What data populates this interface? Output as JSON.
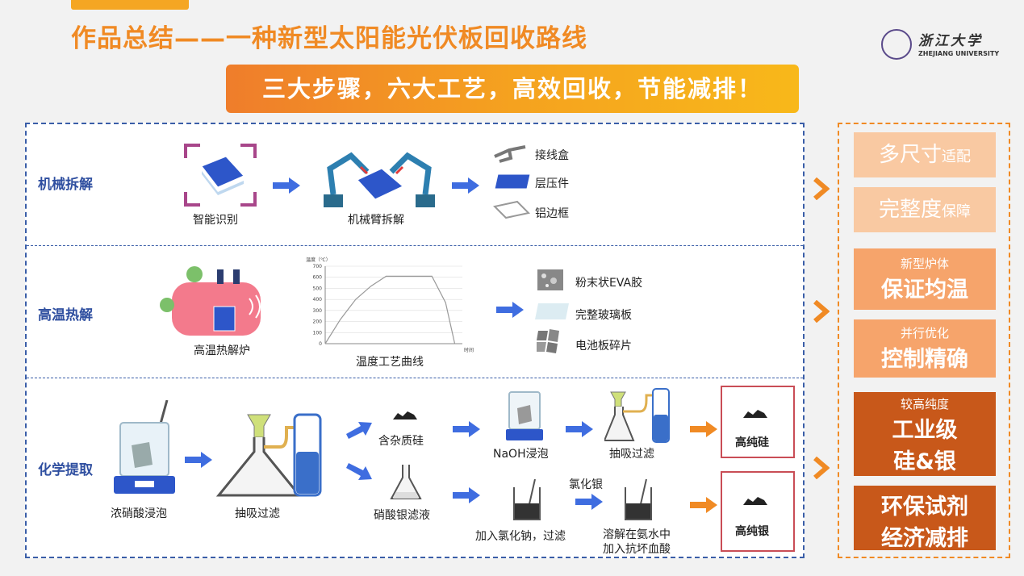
{
  "header": {
    "title": "作品总结——一种新型太阳能光伏板回收路线",
    "banner": "三大步骤，六大工艺，高效回收，节能减排！",
    "logo_cn": "浙江大学",
    "logo_en": "ZHEJIANG UNIVERSITY"
  },
  "rows": {
    "mech": {
      "label": "机械拆解",
      "smart": "智能识别",
      "arm": "机械臂拆解",
      "outputs": [
        "接线盒",
        "层压件",
        "铝边框"
      ]
    },
    "heat": {
      "label": "高温热解",
      "furnace": "高温热解炉",
      "curve_caption": "温度工艺曲线",
      "outputs": [
        "粉末状EVA胶",
        "完整玻璃板",
        "电池板碎片"
      ]
    },
    "chem": {
      "label": "化学提取",
      "soak": "浓硝酸浸泡",
      "filter": "抽吸过滤",
      "impure_si": "含杂质硅",
      "agno3": "硝酸银滤液",
      "naoh": "NaOH浸泡",
      "filter2": "抽吸过滤",
      "nacl": "加入氯化钠，过滤",
      "agcl": "氯化银",
      "dissolve1": "溶解在氨水中",
      "dissolve2": "加入抗坏血酸",
      "out_si": "高纯硅",
      "out_ag": "高纯银"
    }
  },
  "chart_data": {
    "type": "line",
    "title": "",
    "ylabel": "温度（℃）",
    "xlabel": "时间",
    "ylim": [
      0,
      700
    ],
    "yticks": [
      0,
      100,
      200,
      300,
      400,
      500,
      600,
      700
    ],
    "x": [
      0,
      1,
      2,
      3,
      4,
      5,
      6,
      7,
      7.9,
      8.5
    ],
    "y": [
      0,
      220,
      400,
      520,
      610,
      610,
      610,
      610,
      370,
      0
    ]
  },
  "right": {
    "cards": [
      {
        "big": "多尺寸",
        "small": "适配"
      },
      {
        "big": "完整度",
        "small": "保障"
      },
      {
        "small": "新型炉体",
        "big": "保证均温"
      },
      {
        "small": "并行优化",
        "big": "控制精确"
      },
      {
        "small": "较高纯度",
        "big1": "工业级",
        "big2": "硅&银"
      },
      {
        "big1": "环保试剂",
        "big2": "经济减排"
      }
    ]
  },
  "colors": {
    "accent": "#f08a24",
    "blue": "#3a5ea8",
    "arrow_blue": "#3f6de0",
    "dark_orange": "#c8581a"
  }
}
